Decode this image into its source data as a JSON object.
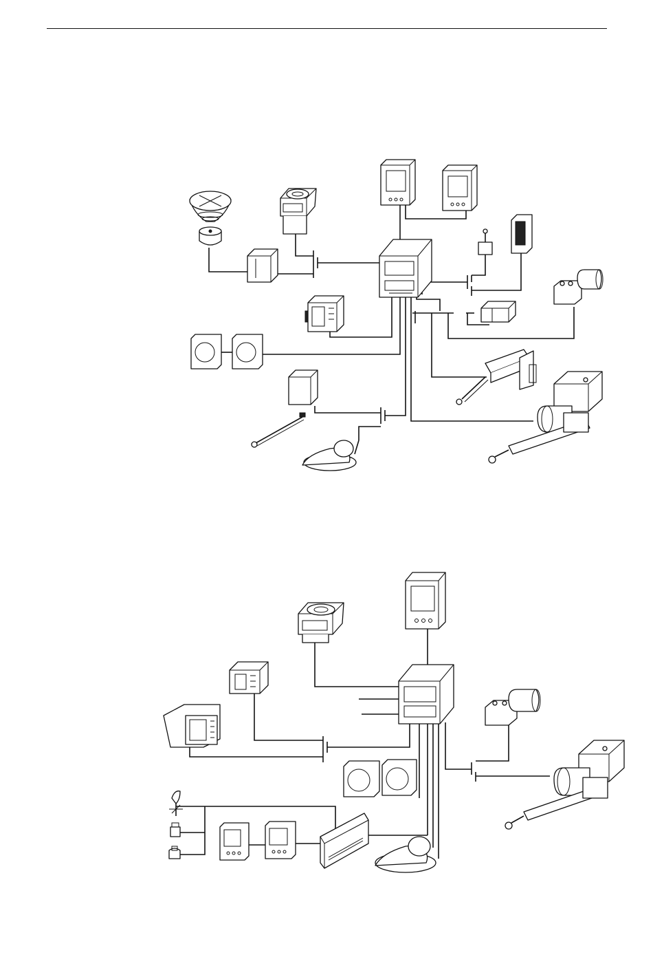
{
  "page": {
    "background": "#ffffff",
    "line_color": "#111111"
  },
  "diagrams": [
    {
      "id": "system-layout-1",
      "components": [
        "compass-dome",
        "compass-base",
        "junction-box-a",
        "remote-compass-unit",
        "display-1",
        "display-2",
        "autopilot-computer",
        "handheld-remote",
        "gauge-pair",
        "rudder-feedback-unit",
        "steering-lever",
        "joystick",
        "panel-remote",
        "solenoid-valve",
        "hydraulic-pump",
        "linear-drive-unit",
        "hydraulic-cylinder-drive"
      ]
    },
    {
      "id": "system-layout-2",
      "components": [
        "remote-compass-unit",
        "display",
        "control-unit",
        "chart-plotter",
        "autopilot-computer",
        "hydraulic-pump",
        "gauge-pair",
        "wind-transducer",
        "speed-transducer",
        "depth-transducer",
        "instrument-display-1",
        "instrument-display-2",
        "interface-unit",
        "steering-lever",
        "hydraulic-cylinder-drive"
      ]
    }
  ]
}
